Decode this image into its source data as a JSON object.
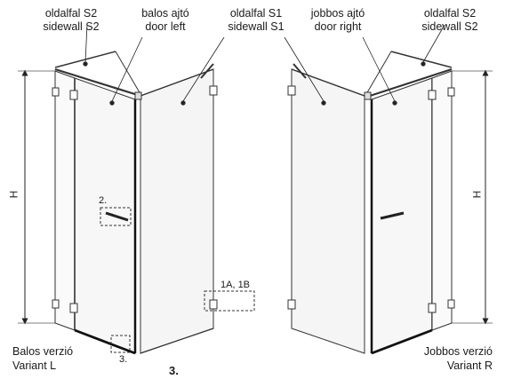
{
  "labels": {
    "left_sidewall_s2": {
      "hu": "oldalfal S2",
      "en": "sidewall S2"
    },
    "left_door": {
      "hu": "balos ajtó",
      "en": "door left"
    },
    "right_sidewall_s1": {
      "hu": "oldalfal S1",
      "en": "sidewall S1"
    },
    "right_door": {
      "hu": "jobbos ajtó",
      "en": "door right"
    },
    "right_sidewall_s2": {
      "hu": "oldalfal S2",
      "en": "sidewall S2"
    }
  },
  "callouts": {
    "handle": "2.",
    "threshold": "3.",
    "hinge_group": "1A, 1B"
  },
  "dimension": {
    "height_symbol": "H"
  },
  "variants": {
    "left": {
      "hu": "Balos verzió",
      "en": "Variant L"
    },
    "right": {
      "hu": "Jobbos verzió",
      "en": "Variant R"
    }
  },
  "step_number": "3."
}
